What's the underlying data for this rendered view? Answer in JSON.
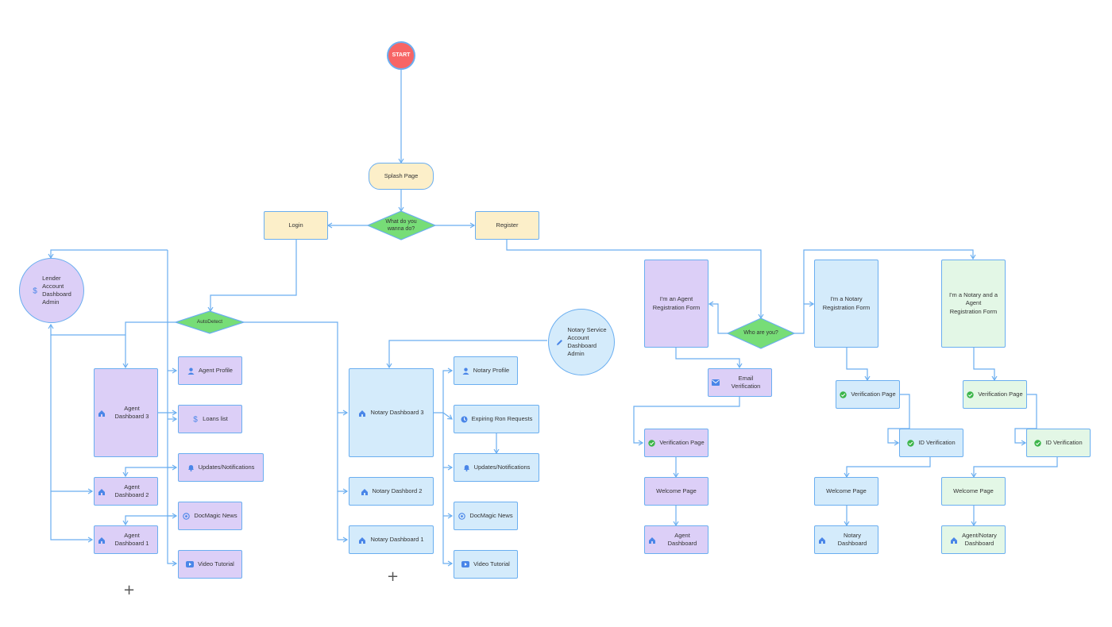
{
  "nodes": {
    "start": "START",
    "splash": "Splash Page",
    "what_do": "What do you wanna do?",
    "login": "Login",
    "register": "Register",
    "lender_1": "Lender",
    "lender_2": "Account",
    "lender_3": "Dashboard",
    "lender_4": "Admin",
    "autodetect": "AutoDetect",
    "agent_dash_3": "Agent Dashboard 3",
    "agent_dash_2": "Agent Dashboard 2",
    "agent_dash_1": "Agent Dashboard 1",
    "agent_profile": "Agent Profile",
    "loans_list": "Loans list",
    "updates_1": "Updates/Notifications",
    "docmagic_1": "DocMagic News",
    "video_1": "Video Tutorial",
    "notary_dash_3": "Notary Dashboard 3",
    "notary_dash_2": "Notary Dashbord 2",
    "notary_dash_1": "Notary Dashboard 1",
    "notary_profile": "Notary Profile",
    "expiring": "Expiring Ron Requests",
    "updates_2": "Updates/Notifications",
    "docmagic_2": "DocMagic News",
    "video_2": "Video Tutorial",
    "nsa_1": "Notary Service",
    "nsa_2": "Account",
    "nsa_3": "Dashboard",
    "nsa_4": "Admin",
    "agent_form_1": "I'm an Agent",
    "agent_form_2": "Registration Form",
    "who": "Who are you?",
    "notary_form_1": "I'm a Notary",
    "notary_form_2": "Registration Form",
    "both_form_1": "I'm a Notary and a Agent",
    "both_form_2": "Registration Form",
    "email_verif": "Email Verification",
    "verif_a": "Verification Page",
    "welcome_a": "Welcome Page",
    "agent_dashboard": "Agent Dashboard",
    "verif_n": "Verification Page",
    "id_verif_n": "ID Verification",
    "welcome_n": "Welcome Page",
    "notary_dashboard": "Notary Dashboard",
    "verif_b": "Verification Page",
    "id_verif_b": "ID Verification",
    "welcome_b": "Welcome Page",
    "an_dash_1": "Agent/Notary",
    "an_dash_2": "Dashboard"
  },
  "plus_sign": "+",
  "colors": {
    "line": "#6aaef0",
    "start": "#f76565",
    "diamond": "#77dd77",
    "purple": "#dccff7",
    "blue": "#d4ebfb",
    "mint": "#e3f7e6",
    "cream": "#fcefc9",
    "icon": "#4a86e8",
    "check": "#3cb54a"
  },
  "icons": [
    "home-icon",
    "user-icon",
    "dollar-icon",
    "bell-icon",
    "globe-icon",
    "play-icon",
    "clock-icon",
    "mail-icon",
    "check-icon",
    "pencil-icon"
  ]
}
